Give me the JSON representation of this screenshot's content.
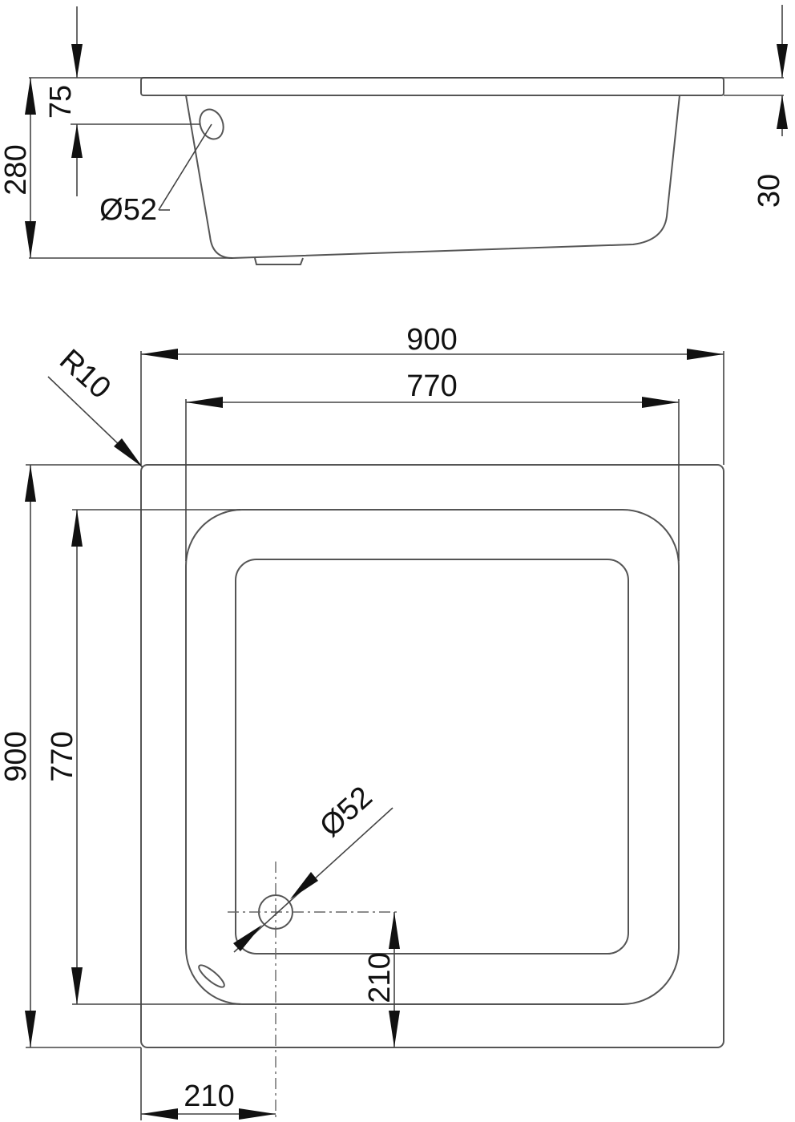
{
  "side_view": {
    "total_height": "280",
    "rim_thickness": "75",
    "overflow_diameter": "Ø52",
    "lip_height": "30"
  },
  "top_view": {
    "outer_width": "900",
    "inner_width": "770",
    "corner_radius": "R10",
    "outer_depth": "900",
    "inner_depth": "770",
    "drain_diameter": "Ø52",
    "drain_offset_y": "210",
    "drain_offset_x": "210"
  },
  "colors": {
    "line": "#444444",
    "text": "#111111",
    "background": "#ffffff"
  }
}
